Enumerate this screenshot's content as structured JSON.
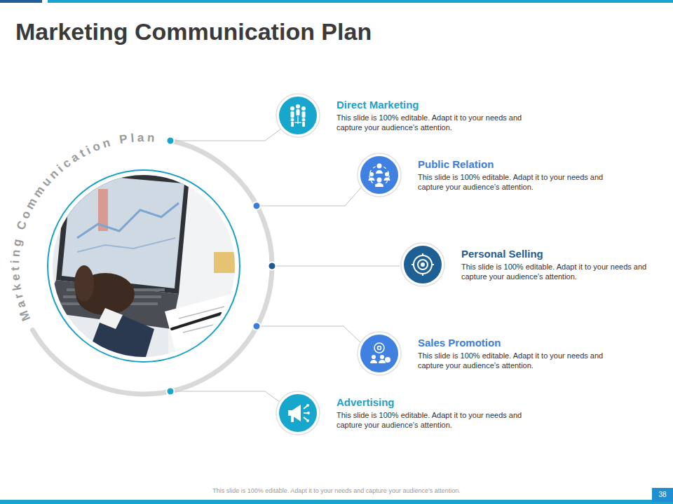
{
  "diagram": {
    "title": "Marketing Communication Plan",
    "caption": "This slide is 100% editable. Adapt it to your needs and capture your audience’s attention.",
    "nodes": [
      {
        "text": [
          "Direct Marketing",
          "This slide is 100% editable. Adapt it to your needs and capture your audience’s attention."
        ]
      },
      {
        "text": [
          "Public Relation",
          "This slide is 100% editable. Adapt it to your needs and capture your audience’s attention."
        ]
      },
      {
        "text": [
          "Personal Selling",
          "This slide is 100% editable. Adapt it to your needs and capture your audience’s attention."
        ]
      },
      {
        "text": [
          "Sales Promotion",
          "This slide is 100% editable. Adapt it to your needs and capture your audience’s attention."
        ]
      },
      {
        "text": [
          "Advertising",
          "This slide is 100% editable. Adapt it to your needs and capture your audience’s attention."
        ]
      }
    ],
    "labels": [
      "Marketing Communication Plan",
      "38"
    ]
  }
}
